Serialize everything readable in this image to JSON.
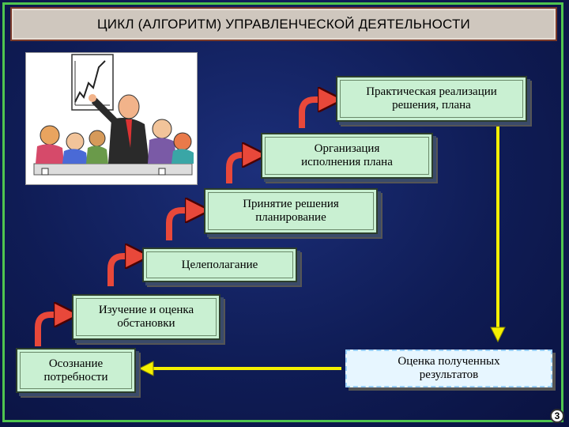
{
  "title": "ЦИКЛ (АЛГОРИТМ) УПРАВЛЕНЧЕСКОЙ ДЕЯТЕЛЬНОСТИ",
  "steps": [
    {
      "line1": "Осознание",
      "line2": "потребности"
    },
    {
      "line1": "Изучение и оценка",
      "line2": "обстановки"
    },
    {
      "line1": "Целеполагание",
      "line2": ""
    },
    {
      "line1": "Принятие решения",
      "line2": "планирование"
    },
    {
      "line1": "Организация",
      "line2": "исполнения плана"
    },
    {
      "line1": "Практическая реализации",
      "line2": "решения, плана"
    }
  ],
  "evaluation": {
    "line1": "Оценка полученных",
    "line2": "результатов"
  },
  "page_number": "3",
  "colors": {
    "step_fill": "#c9f0d2",
    "arrow": "#e8483a",
    "connector": "#f5f000",
    "frame": "#4fc54f",
    "background": "#13236a"
  },
  "icons": [
    "curved-up-arrow-icon",
    "down-arrow-icon",
    "left-arrow-icon",
    "presentation-cartoon"
  ]
}
